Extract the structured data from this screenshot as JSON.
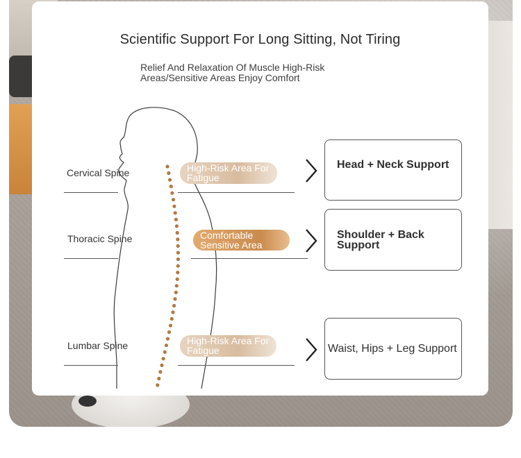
{
  "header": {
    "title": "Scientific Support For Long Sitting, Not Tiring",
    "subtitle": "Relief And Relaxation Of Muscle High-Risk Areas/Sensitive Areas Enjoy Comfort"
  },
  "rows": [
    {
      "spine_label": "Cervical Spine",
      "area_label": "High-Risk Area For Fatigue",
      "support_label": "Head + Neck Support"
    },
    {
      "spine_label": "Thoracic Spine",
      "area_label": "Comfortable Sensitive Area",
      "support_label": "Shoulder + Back Support"
    },
    {
      "spine_label": "Lumbar Spine",
      "area_label": "High-Risk Area For Fatigue",
      "support_label": "Waist, Hips + Leg Support"
    }
  ],
  "colors": {
    "accent_light": "#d8bc9f",
    "accent_strong": "#c98b4e",
    "spine_dots": "#b07a45",
    "text": "#2b2b2b"
  },
  "icons": {
    "arrow": "chevron-right-icon"
  }
}
